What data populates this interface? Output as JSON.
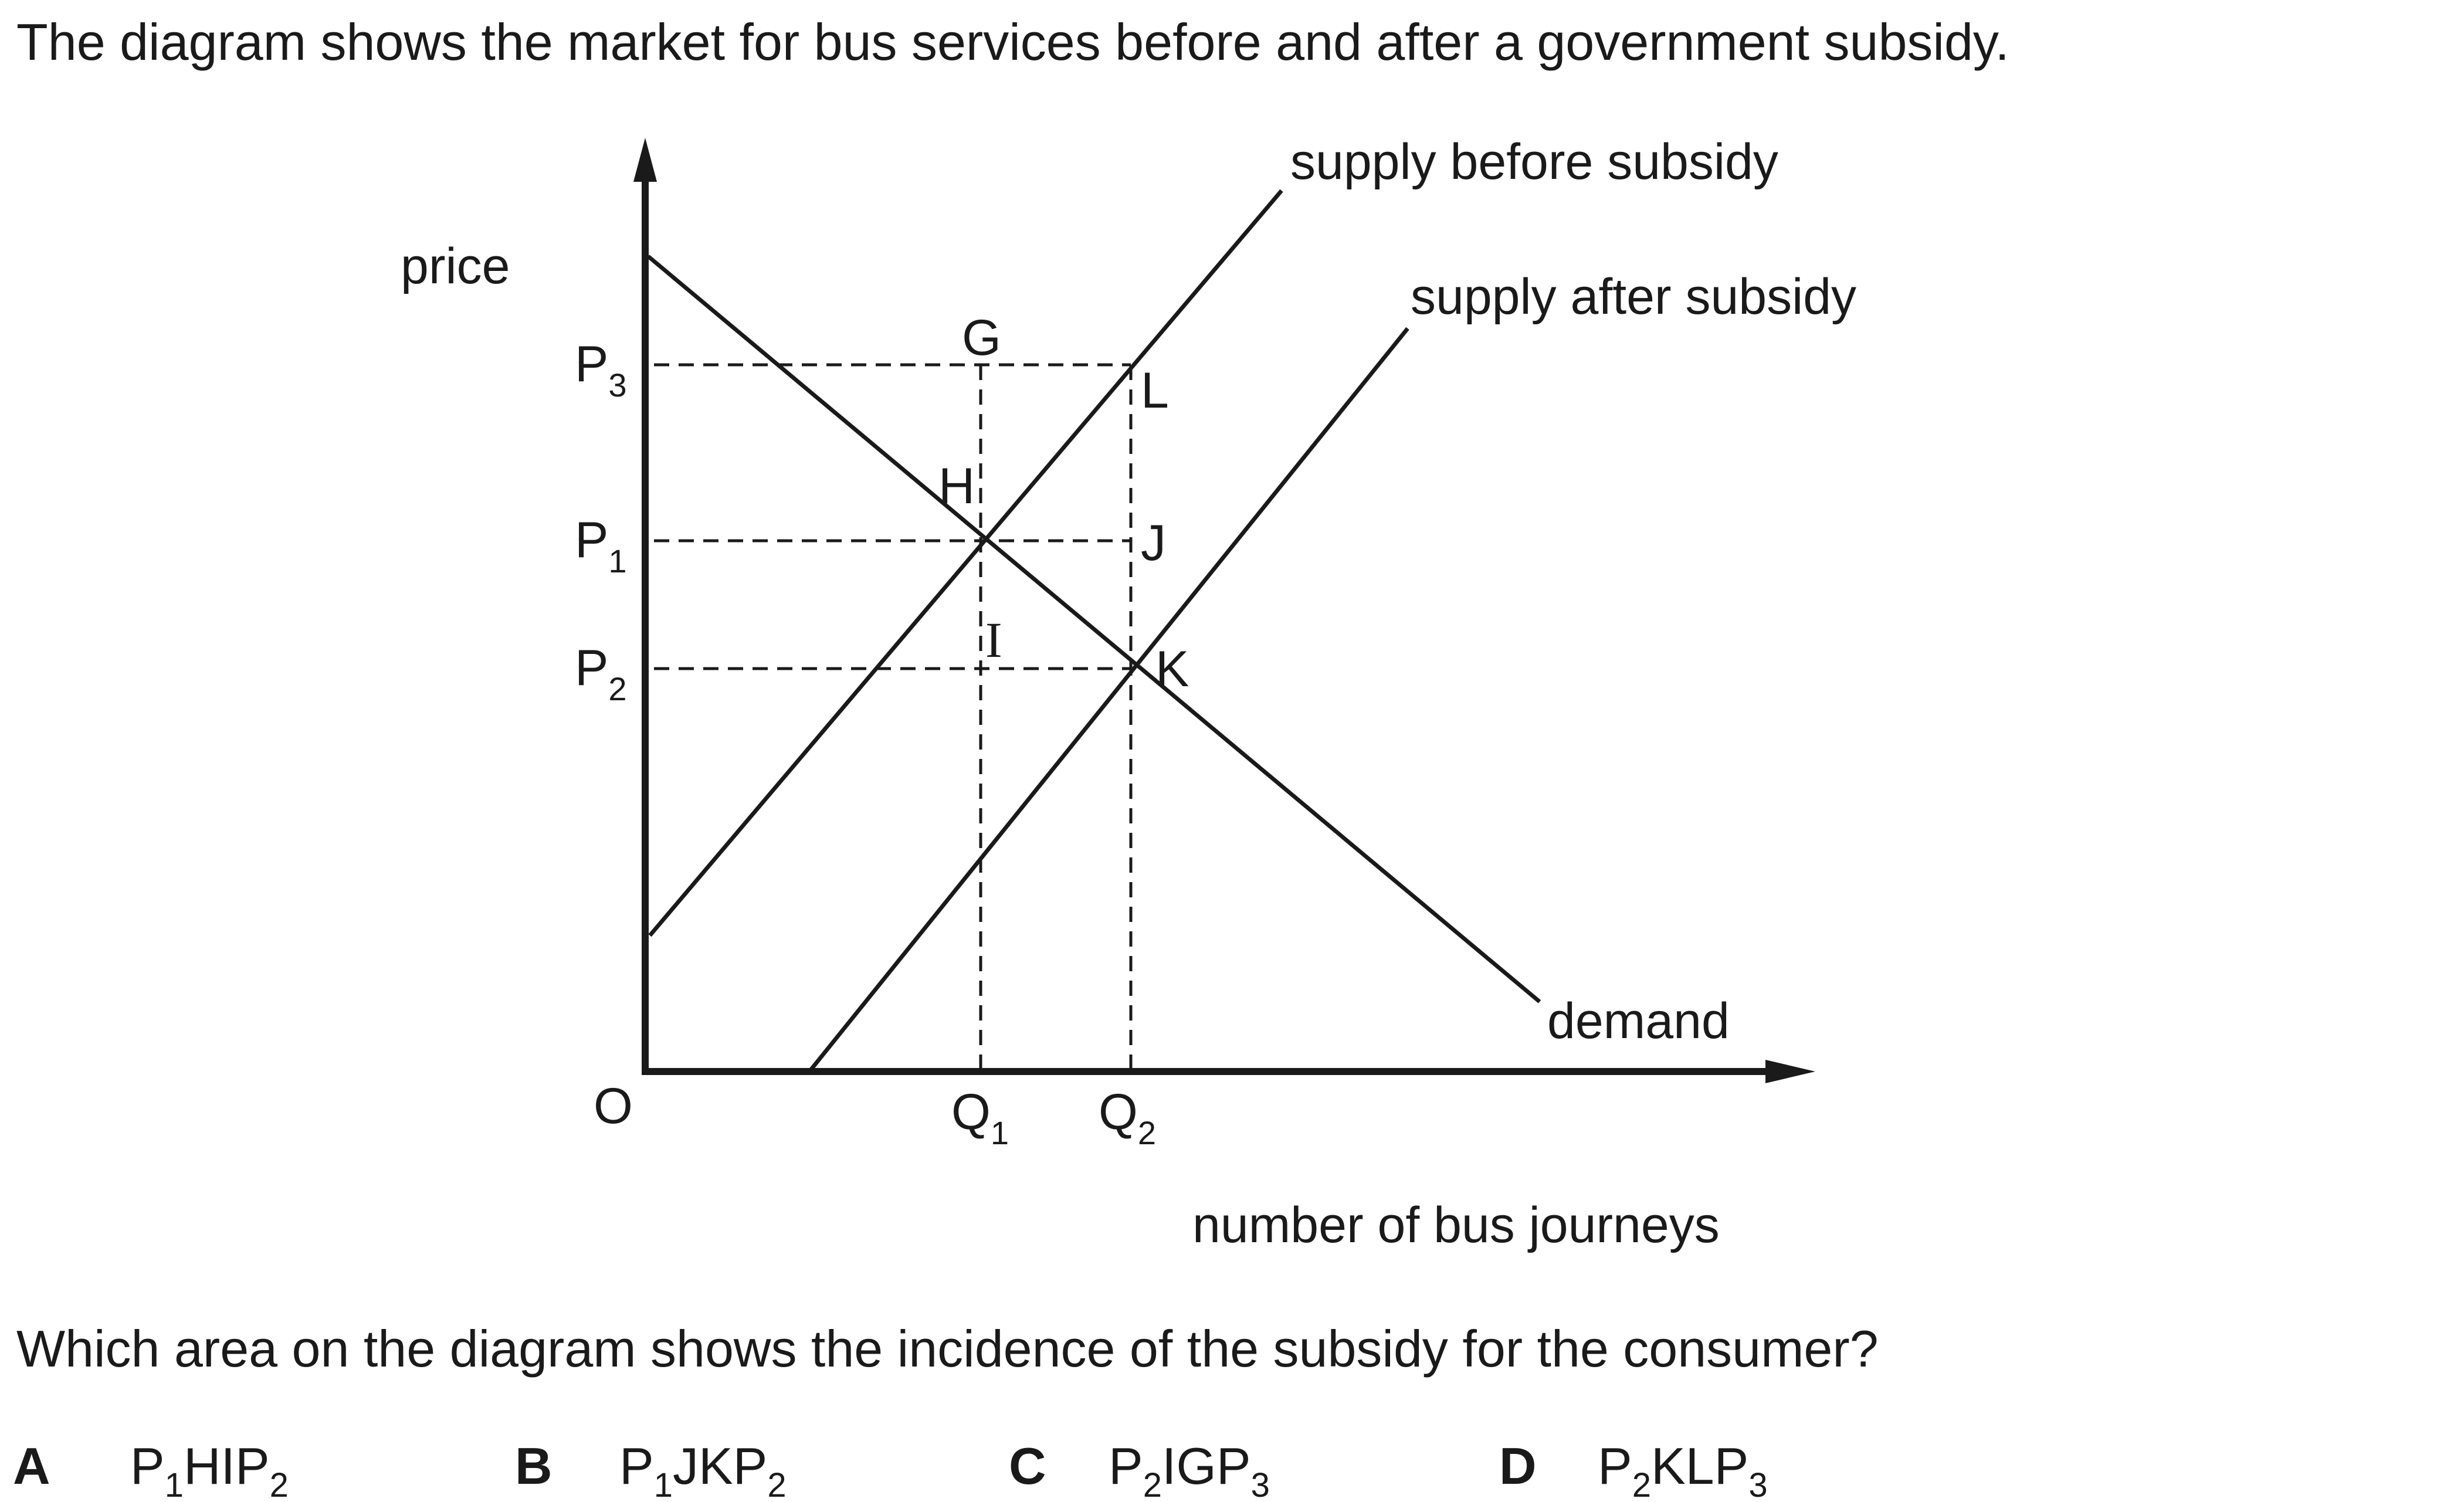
{
  "question": {
    "intro": "The diagram shows the market for bus services before and after a government subsidy.",
    "prompt": "Which area on the diagram shows the incidence of the subsidy for the consumer?"
  },
  "diagram": {
    "y_axis_label": "price",
    "x_axis_label": "number of bus journeys",
    "origin_label": "O",
    "curves": {
      "supply_before": "supply before subsidy",
      "supply_after": "supply after subsidy",
      "demand": "demand"
    },
    "price_labels": [
      {
        "base": "P",
        "sub": "3"
      },
      {
        "base": "P",
        "sub": "1"
      },
      {
        "base": "P",
        "sub": "2"
      }
    ],
    "quantity_labels": [
      {
        "base": "Q",
        "sub": "1"
      },
      {
        "base": "Q",
        "sub": "2"
      }
    ],
    "points": [
      "G",
      "L",
      "H",
      "J",
      "I",
      "K"
    ]
  },
  "options": [
    {
      "letter": "A",
      "parts": [
        {
          "t": "P"
        },
        {
          "s": "1"
        },
        {
          "t": "HIP"
        },
        {
          "s": "2"
        }
      ]
    },
    {
      "letter": "B",
      "parts": [
        {
          "t": "P"
        },
        {
          "s": "1"
        },
        {
          "t": "JKP"
        },
        {
          "s": "2"
        }
      ]
    },
    {
      "letter": "C",
      "parts": [
        {
          "t": "P"
        },
        {
          "s": "2"
        },
        {
          "t": "IGP"
        },
        {
          "s": "3"
        }
      ]
    },
    {
      "letter": "D",
      "parts": [
        {
          "t": "P"
        },
        {
          "s": "2"
        },
        {
          "t": "KLP"
        },
        {
          "s": "3"
        }
      ]
    }
  ]
}
